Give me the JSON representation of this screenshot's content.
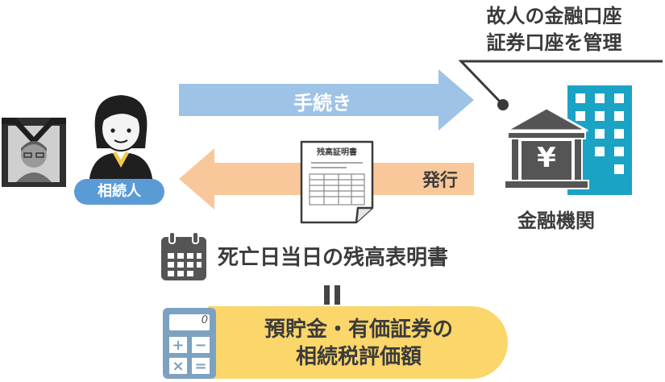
{
  "bank_callout": {
    "line1": "故人の金融口座",
    "line2": "証券口座を管理"
  },
  "arrows": {
    "procedure_label": "手続き",
    "issue_label": "発行",
    "procedure_color": "#9ec3e6",
    "issue_color": "#f8c89a"
  },
  "document": {
    "title": "残高証明書"
  },
  "heir": {
    "label": "相続人",
    "badge_color": "#5b9bd5"
  },
  "bank": {
    "label": "金融機関",
    "yen_symbol": "¥",
    "building_color": "#1aa3c4",
    "gray": "#555555"
  },
  "statement": {
    "text": "死亡日当日の残高表明書"
  },
  "equals": {
    "symbol": "||"
  },
  "calculator": {
    "display": "0",
    "buttons": [
      "+",
      "−",
      "×",
      "="
    ]
  },
  "valuation": {
    "line1": "預貯金・有価証券の",
    "line2": "相続税評価額"
  },
  "colors": {
    "yellow": "#fad66b",
    "blue_gray": "#7da2c1"
  }
}
